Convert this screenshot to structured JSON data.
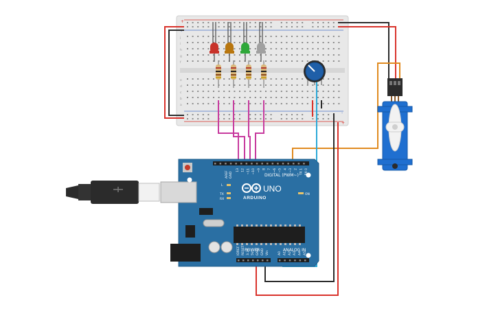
{
  "colors": {
    "background": "#ffffff",
    "breadboard": "#e8e8e8",
    "board": "#2a6fa3",
    "wire_red": "#d9322b",
    "wire_black": "#2b2b2b",
    "wire_magenta": "#c73a9e",
    "wire_orange": "#e08a1e",
    "wire_cyan": "#2aa8d8",
    "servo": "#1f6fd0"
  },
  "components": {
    "leds": [
      "red",
      "amber",
      "green",
      "white"
    ],
    "icons": [
      "usb-cable-icon",
      "potentiometer-icon",
      "servo-icon",
      "arduino-logo-icon"
    ]
  },
  "arduino": {
    "model_label": "UNO",
    "brand_label": "ARDUINO",
    "digital_label": "DIGITAL (PWM~)",
    "power_label": "POWER",
    "analog_label": "ANALOG IN",
    "on_label": "ON",
    "tx_label": "TX",
    "rx_label": "RX",
    "l_label": "L",
    "aref_label": "AREF",
    "gnd_label": "GND",
    "digital_pins": [
      "13",
      "12",
      "~11",
      "~10",
      "~9",
      "8",
      "7",
      "~6",
      "~5",
      "4",
      "~3",
      "2",
      "TX 1",
      "RX 0"
    ],
    "power_pins": [
      "IOREF",
      "RESET",
      "3.3V",
      "5V",
      "GND",
      "GND",
      "Vin"
    ],
    "analog_pins": [
      "A0",
      "A1",
      "A2",
      "A3",
      "A4",
      "A5"
    ]
  },
  "breadboard": {
    "rows_top": [
      "j",
      "i",
      "h",
      "g",
      "f"
    ],
    "rows_bottom": [
      "e",
      "d",
      "c",
      "b",
      "a"
    ],
    "rail_plus": "+",
    "rail_minus": "-"
  }
}
